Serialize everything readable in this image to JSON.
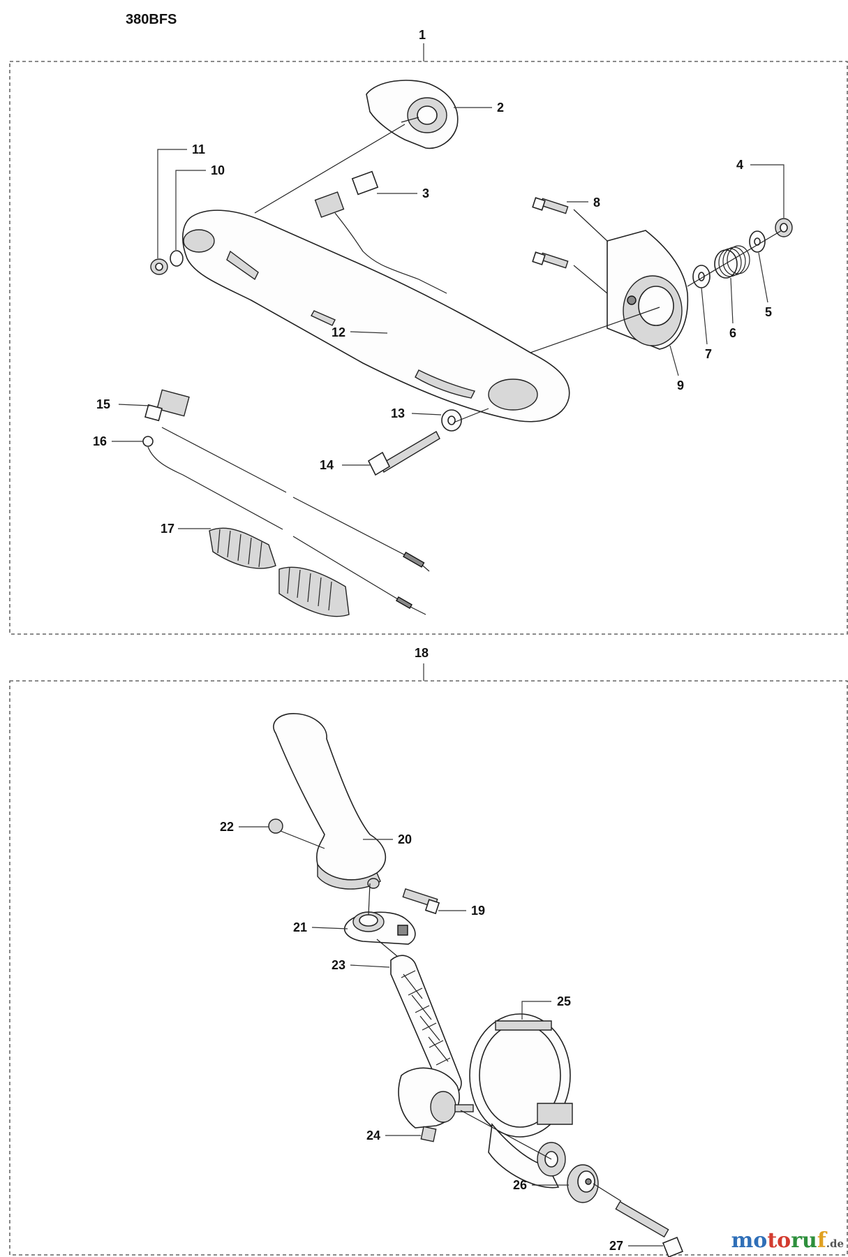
{
  "model": "380BFS",
  "groups": [
    {
      "id": "1",
      "label": "1"
    },
    {
      "id": "18",
      "label": "18"
    }
  ],
  "callouts": {
    "c2": "2",
    "c3": "3",
    "c4": "4",
    "c5": "5",
    "c6": "6",
    "c7": "7",
    "c8": "8",
    "c9": "9",
    "c10": "10",
    "c11": "11",
    "c12": "12",
    "c13": "13",
    "c14": "14",
    "c15": "15",
    "c16": "16",
    "c17": "17",
    "c19": "19",
    "c20": "20",
    "c21": "21",
    "c22": "22",
    "c23": "23",
    "c24": "24",
    "c25": "25",
    "c26": "26",
    "c27": "27"
  },
  "watermark": {
    "part1": "mo",
    "part2": "to",
    "part3": "ru",
    "part4": "f",
    "tld": ".de"
  }
}
